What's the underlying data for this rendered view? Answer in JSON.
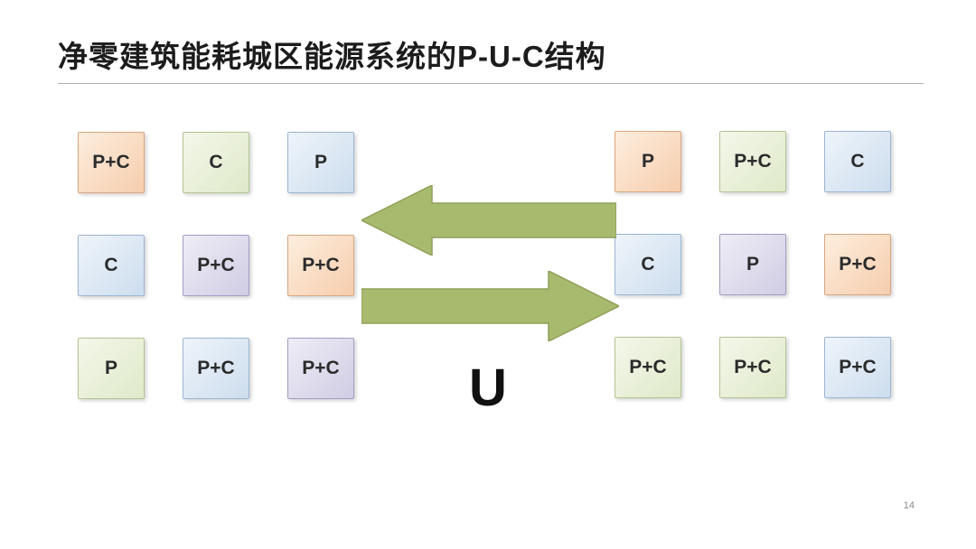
{
  "slide": {
    "title": "净零建筑能耗城区能源系统的P-U-C结构",
    "page_number": "14"
  },
  "diagram": {
    "center_label": "U",
    "arrows": [
      {
        "name": "arrow-left",
        "direction": "left"
      },
      {
        "name": "arrow-right",
        "direction": "right"
      }
    ],
    "left_grid": [
      {
        "label": "P+C",
        "color": "peach"
      },
      {
        "label": "C",
        "color": "green"
      },
      {
        "label": "P",
        "color": "blue"
      },
      {
        "label": "C",
        "color": "blue"
      },
      {
        "label": "P+C",
        "color": "lavender"
      },
      {
        "label": "P+C",
        "color": "peach"
      },
      {
        "label": "P",
        "color": "green"
      },
      {
        "label": "P+C",
        "color": "blue"
      },
      {
        "label": "P+C",
        "color": "lavender"
      }
    ],
    "right_grid": [
      {
        "label": "P",
        "color": "peach"
      },
      {
        "label": "P+C",
        "color": "green"
      },
      {
        "label": "C",
        "color": "blue"
      },
      {
        "label": "C",
        "color": "blue"
      },
      {
        "label": "P",
        "color": "lavender"
      },
      {
        "label": "P+C",
        "color": "peach"
      },
      {
        "label": "P+C",
        "color": "green"
      },
      {
        "label": "P+C",
        "color": "green"
      },
      {
        "label": "P+C",
        "color": "blue"
      }
    ]
  },
  "colors": {
    "peach": "#f6cdad",
    "green": "#dfe9c9",
    "blue": "#cdddee",
    "lavender": "#d0cce4",
    "arrow": "#a7ba6e",
    "title": "#1c1c1c"
  }
}
